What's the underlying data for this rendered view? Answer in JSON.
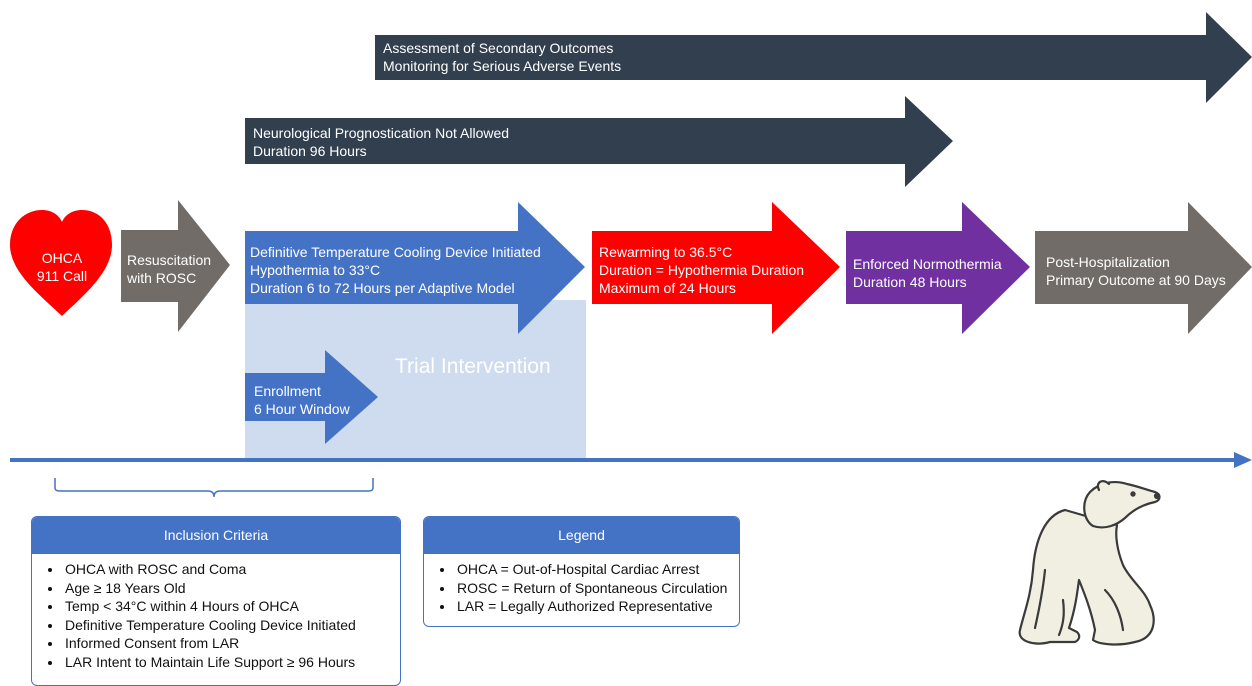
{
  "arrows": {
    "secondary": {
      "lines": [
        "Assessment of Secondary Outcomes",
        "Monitoring for Serious Adverse Events"
      ]
    },
    "neuro": {
      "lines": [
        "Neurological Prognostication Not Allowed",
        "Duration 96 Hours"
      ]
    },
    "resuscitation": {
      "lines": [
        "Resuscitation",
        "with ROSC"
      ]
    },
    "cooling": {
      "lines": [
        "Definitive Temperature Cooling Device Initiated",
        "Hypothermia to 33°C",
        "Duration 6 to 72 Hours per Adaptive Model"
      ]
    },
    "enrollment": {
      "lines": [
        "Enrollment",
        "6 Hour Window"
      ]
    },
    "rewarming": {
      "lines": [
        "Rewarming to 36.5°C",
        "Duration = Hypothermia Duration",
        "Maximum of 24 Hours"
      ]
    },
    "normothermia": {
      "lines": [
        "Enforced Normothermia",
        "Duration 48 Hours"
      ]
    },
    "post": {
      "lines": [
        "Post-Hospitalization",
        "Primary Outcome at 90 Days"
      ]
    }
  },
  "heart": {
    "lines": [
      "OHCA",
      "911 Call"
    ]
  },
  "trial_intervention": "Trial Intervention",
  "inclusion": {
    "title": "Inclusion Criteria",
    "items": [
      "OHCA with ROSC and Coma",
      "Age ≥ 18 Years Old",
      "Temp < 34°C within 4 Hours of OHCA",
      "Definitive Temperature Cooling Device Initiated",
      "Informed Consent from LAR",
      "LAR Intent to Maintain Life Support ≥ 96 Hours"
    ]
  },
  "legend": {
    "title": "Legend",
    "items": [
      "OHCA = Out-of-Hospital Cardiac Arrest",
      "ROSC = Return of Spontaneous Circulation",
      "LAR = Legally Authorized Representative"
    ]
  },
  "colors": {
    "navy": "#323f4f",
    "gray": "#716c67",
    "blue": "#4472c4",
    "red": "#ff0000",
    "purple": "#7030a0",
    "heart": "#ff0000",
    "timeline": "#4472c4",
    "trial_box": "#cfdbee"
  },
  "icons": {
    "mascot": "polar-bear-icon"
  }
}
